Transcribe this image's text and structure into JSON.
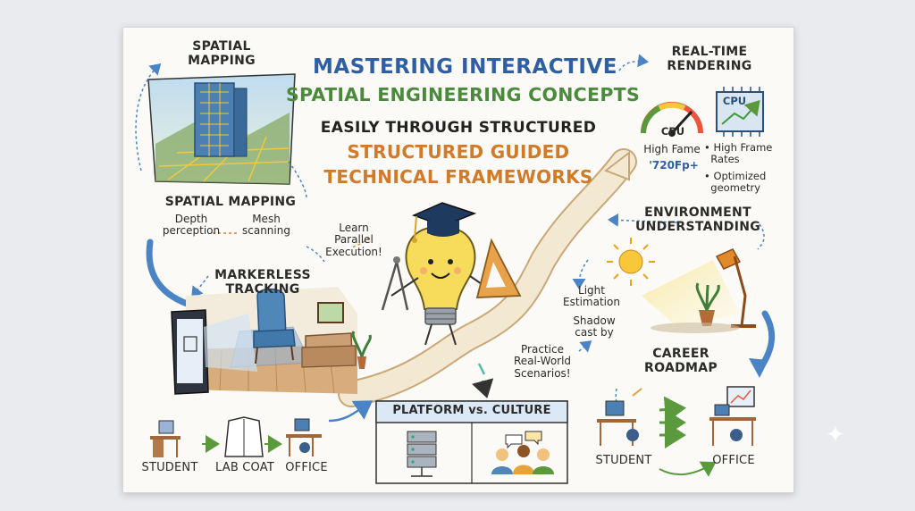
{
  "title": {
    "line1": "MASTERING INTERACTIVE",
    "line2": "SPATIAL ENGINEERING CONCEPTS",
    "line3": "EASILY THROUGH STRUCTURED",
    "line4": "STRUCTURED GUIDED",
    "line5": "TECHNICAL FRAMEWORKS"
  },
  "spatial_mapping": {
    "heading": "SPATIAL\nMAPPING",
    "subheading": "SPATIAL MAPPING",
    "item_depth": "Depth\nperception",
    "item_mesh": "Mesh\nscanning"
  },
  "learn_note": "Learn\nParallel\nExecution!",
  "markerless": {
    "heading": "MARKERLESS\nTRACKING"
  },
  "real_time": {
    "heading": "REAL-TIME\nRENDERING",
    "gauge_label": "CPU",
    "chip_label": "CPU",
    "high_fame": "High Fame",
    "fps": "'720Fp+",
    "bullet1": "• High Frame\n  Rates",
    "bullet2": "• Optimized\n  geometry"
  },
  "environment": {
    "heading": "ENVIRONMENT\nUNDERSTANDING",
    "light": "Light\nEstimation",
    "shadow": "Shadow\ncast by"
  },
  "practice_note": "Practice\nReal-World\nScenarios!",
  "career": {
    "heading": "CAREER\nROADMAP",
    "student": "STUDENT",
    "office": "OFFICE"
  },
  "bottom_left": {
    "student": "STUDENT",
    "lab_coat": "LAB COAT",
    "office": "OFFICE"
  },
  "platform_box": {
    "title": "PLATFORM vs. CULTURE"
  },
  "colors": {
    "title_blue": "#2f5fa3",
    "title_green": "#4b8a3c",
    "title_orange": "#d07b2a",
    "arrow_blue": "#4a84c4",
    "bulb_yellow": "#f6dc5a",
    "path_beige": "#f2e6cf"
  },
  "icons": [
    "building-icon",
    "phone-icon",
    "armchair-icon",
    "sofa-icon",
    "lightbulb-mascot-icon",
    "graduation-cap-icon",
    "compass-icon",
    "triangle-ruler-icon",
    "gauge-icon",
    "cpu-chip-icon",
    "sun-icon",
    "desk-lamp-icon",
    "plant-icon",
    "desk-icon",
    "lab-coat-icon",
    "server-icon",
    "people-chat-icon",
    "monitor-chart-icon",
    "sparkle-icon"
  ]
}
